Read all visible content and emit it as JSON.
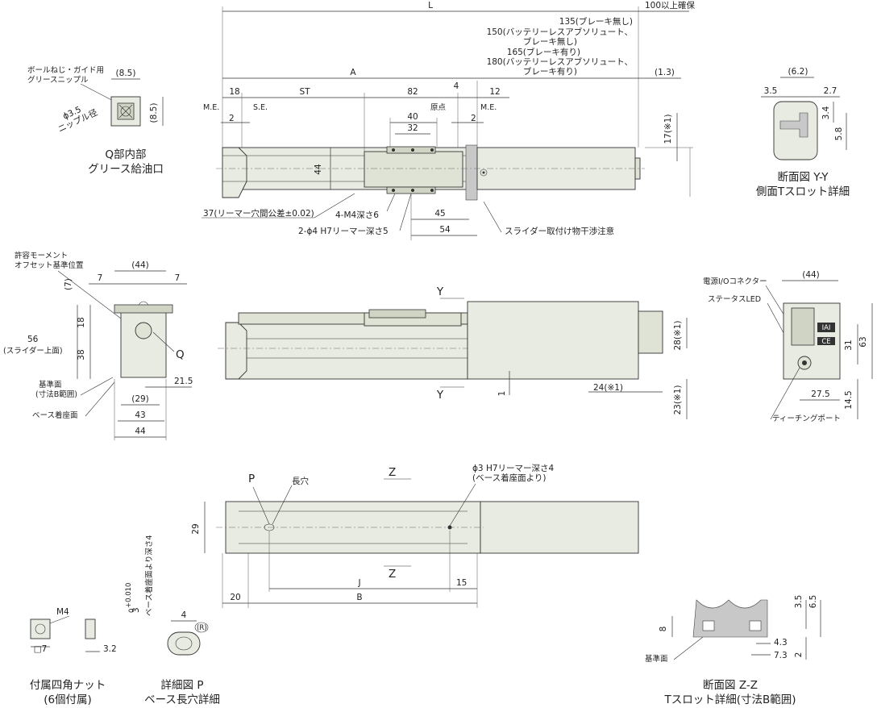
{
  "top_view": {
    "L": "L",
    "A": "A",
    "ST": "ST",
    "d100": "100以上確保",
    "lengths": [
      "135(ブレーキ無し)",
      "150(バッテリーレスアブソリュート、",
      "ブレーキ無し)",
      "165(ブレーキ有り)",
      "180(バッテリーレスアブソリュート、",
      "ブレーキ有り)"
    ],
    "d1_3": "(1.3)",
    "d18": "18",
    "d82": "82",
    "d4": "4",
    "d12": "12",
    "me_left": "M.E.",
    "se": "S.E.",
    "genten": "原点",
    "me_right": "M.E.",
    "d2_left": "2",
    "d2_right": "2",
    "d40": "40",
    "d32": "32",
    "d44": "44",
    "d17": "17(※1)",
    "d37": "37(リーマー穴間公差±0.02)",
    "m4": "4-M4深さ6",
    "reamer": "2-ϕ4 H7リーマー深さ5",
    "d45": "45",
    "d54": "54",
    "slider_note": "スライダー取付け物干渉注意"
  },
  "q_detail": {
    "grease_nipple": "ボールねじ・ガイド用",
    "grease_nipple2": "グリースニップル",
    "d8_5_top": "(8.5)",
    "d8_5_side": "(8.5)",
    "phi": "ϕ3.5",
    "nipple_dia": "ニップル径",
    "title1": "Q部内部",
    "title2": "グリース給油口"
  },
  "yy_section": {
    "d6_2": "(6.2)",
    "d3_5": "3.5",
    "d2_7": "2.7",
    "d3_4": "3.4",
    "d5_8": "5.8",
    "title1": "断面図 Y-Y",
    "title2": "側面Tスロット詳細"
  },
  "end_view": {
    "moment1": "許容モーメント",
    "moment2": "オフセット基準位置",
    "d44_top": "(44)",
    "d7_left": "7",
    "d7_right": "7",
    "d7_paren": "(7)",
    "d18": "18",
    "d56": "56",
    "d56_note": "(スライダー上面)",
    "d38": "38",
    "q": "Q",
    "kijun1": "基準面",
    "kijun2": "(寸法B範囲)",
    "base": "ベース着座面",
    "d21_5": "21.5",
    "d29": "(29)",
    "d43": "43",
    "d44_bottom": "44"
  },
  "side_view": {
    "y_top": "Y",
    "y_bottom": "Y",
    "d28": "28(※1)",
    "d24": "24(※1)",
    "d23": "23(※1)",
    "d1": "1"
  },
  "motor_end": {
    "power": "電源I/Oコネクター",
    "status": "ステータスLED",
    "d44": "(44)",
    "d31": "31",
    "d63": "63",
    "d27_5": "27.5",
    "d14_5": "14.5",
    "teaching": "ティーチングポート",
    "badge1": "IAI",
    "badge2": "CE"
  },
  "bottom_view": {
    "p": "P",
    "long_hole": "長穴",
    "z_top": "Z",
    "z_bottom": "Z",
    "phi3": "ϕ3 H7リーマー深さ4",
    "phi3_note": "(ベース着座面より)",
    "d29": "29",
    "J": "J",
    "d15": "15",
    "d20": "20",
    "B": "B"
  },
  "nut": {
    "m4": "M4",
    "sq7": "□7",
    "d3_2": "3.2",
    "title1": "付属四角ナット",
    "title2": "(6個付属)"
  },
  "p_detail": {
    "d3": "3",
    "tol": "+0.010",
    "tol2": "0",
    "depth": "ベース着座面より深さ4",
    "d4": "4",
    "r": "(R)",
    "title1": "詳細図 P",
    "title2": "ベース長穴詳細"
  },
  "zz_section": {
    "d8": "8",
    "d3_5": "3.5",
    "d6_5": "6.5",
    "d4_3": "4.3",
    "d7_3": "7.3",
    "d2": "2",
    "kijun": "基準面",
    "title1": "断面図 Z-Z",
    "title2": "Tスロット詳細(寸法B範囲)"
  }
}
